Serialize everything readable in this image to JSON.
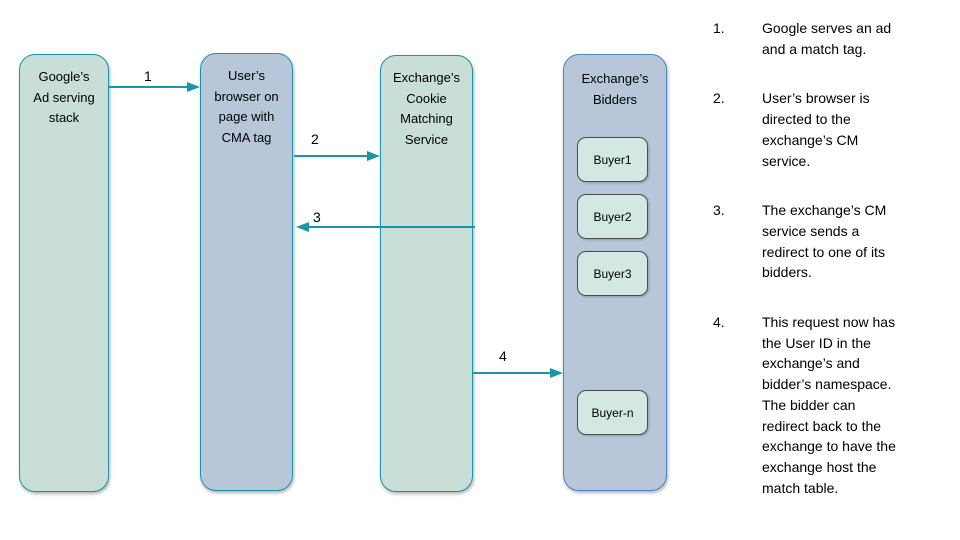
{
  "diagram": {
    "lanes": [
      {
        "label": "Google’s\nAd serving\nstack"
      },
      {
        "label": "User’s\nbrowser on\npage with\nCMA tag"
      },
      {
        "label": "Exchange’s\nCookie\nMatching\nService"
      },
      {
        "label": "Exchange’s\nBidders"
      }
    ],
    "buyers": [
      {
        "label": "Buyer1"
      },
      {
        "label": "Buyer2"
      },
      {
        "label": "Buyer3"
      },
      {
        "label": "Buyer-n"
      }
    ],
    "arrows": [
      {
        "label": "1",
        "direction": "right"
      },
      {
        "label": "2",
        "direction": "right"
      },
      {
        "label": "3",
        "direction": "left"
      },
      {
        "label": "4",
        "direction": "right"
      }
    ]
  },
  "steps": {
    "items": [
      {
        "num": "1.",
        "text": "Google serves an ad\nand a match tag."
      },
      {
        "num": "2.",
        "text": "User’s browser is\ndirected to the\nexchange’s CM\nservice."
      },
      {
        "num": "3.",
        "text": "The exchange’s CM\nservice sends a\nredirect to one of its\nbidders."
      },
      {
        "num": "4.",
        "text": "This request now has\nthe User ID in the\nexchange’s and\nbidder’s namespace.\nThe bidder can\nredirect back to the\nexchange to have the\nexchange host the\nmatch table."
      }
    ]
  },
  "colors": {
    "teal_accent": "#1895a9",
    "green_fill": "#c8ded7",
    "blue_fill": "#b7c6d8",
    "buyer_fill": "#d3e7e3",
    "bidders_border": "#4a86c8",
    "buyer_border": "#4d4d4d",
    "text": "#000000"
  }
}
